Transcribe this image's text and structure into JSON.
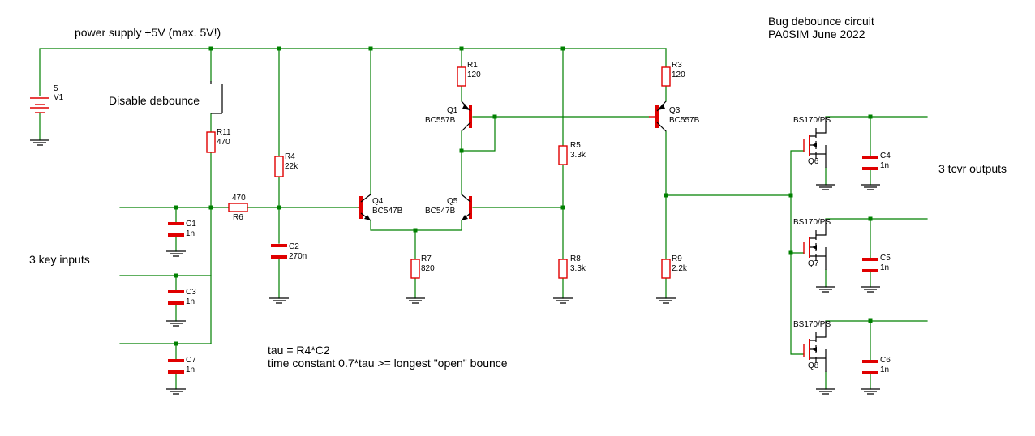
{
  "title": {
    "line1": "Bug debounce circuit",
    "line2": "PA0SIM June 2022"
  },
  "notes": {
    "supply": "power supply +5V (max. 5V!)",
    "disable": "Disable debounce",
    "key_inputs": "3 key inputs",
    "outputs": "3 tcvr outputs",
    "tau": "tau = R4*C2",
    "time_constant": "time constant 0.7*tau >= longest \"open\" bounce"
  },
  "components": {
    "V1": {
      "name": "V1",
      "value": "5"
    },
    "R1": {
      "name": "R1",
      "value": "120"
    },
    "R3": {
      "name": "R3",
      "value": "120"
    },
    "R4": {
      "name": "R4",
      "value": "22k"
    },
    "R5": {
      "name": "R5",
      "value": "3.3k"
    },
    "R6": {
      "name": "R6",
      "value": "470"
    },
    "R7": {
      "name": "R7",
      "value": "820"
    },
    "R8": {
      "name": "R8",
      "value": "3.3k"
    },
    "R9": {
      "name": "R9",
      "value": "2.2k"
    },
    "R11": {
      "name": "R11",
      "value": "470"
    },
    "C1": {
      "name": "C1",
      "value": "1n"
    },
    "C2": {
      "name": "C2",
      "value": "270n"
    },
    "C3": {
      "name": "C3",
      "value": "1n"
    },
    "C4": {
      "name": "C4",
      "value": "1n"
    },
    "C5": {
      "name": "C5",
      "value": "1n"
    },
    "C6": {
      "name": "C6",
      "value": "1n"
    },
    "C7": {
      "name": "C7",
      "value": "1n"
    },
    "Q1": {
      "name": "Q1",
      "value": "BC557B"
    },
    "Q3": {
      "name": "Q3",
      "value": "BC557B"
    },
    "Q4": {
      "name": "Q4",
      "value": "BC547B"
    },
    "Q5": {
      "name": "Q5",
      "value": "BC547B"
    },
    "Q6": {
      "name": "Q6",
      "value": "BS170/PS"
    },
    "Q7": {
      "name": "Q7",
      "value": "BS170/PS"
    },
    "Q8": {
      "name": "Q8",
      "value": "BS170/PS"
    }
  },
  "colors": {
    "wire": "#008000",
    "component": "#e00000",
    "text": "#000000",
    "background": "#ffffff"
  }
}
